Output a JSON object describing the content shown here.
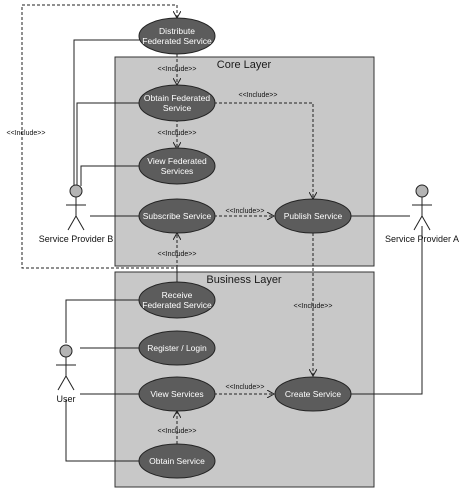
{
  "layers": {
    "core": "Core Layer",
    "business": "Business Layer"
  },
  "actors": {
    "provider_b": "Service Provider B",
    "provider_a": "Service Provider A",
    "user": "User"
  },
  "use_cases": {
    "distribute": [
      "Distribute",
      "Federated Service"
    ],
    "obtain_federated": [
      "Obtain Federated",
      "Service"
    ],
    "view_federated": [
      "View Federated",
      "Services"
    ],
    "subscribe": [
      "Subscribe Service"
    ],
    "publish": [
      "Publish Service"
    ],
    "receive": [
      "Receive",
      "Federated Service"
    ],
    "register": [
      "Register / Login"
    ],
    "view_services": [
      "View Services"
    ],
    "create": [
      "Create Service"
    ],
    "obtain_service": [
      "Obtain Service"
    ]
  },
  "include_label": "<<Include>>"
}
